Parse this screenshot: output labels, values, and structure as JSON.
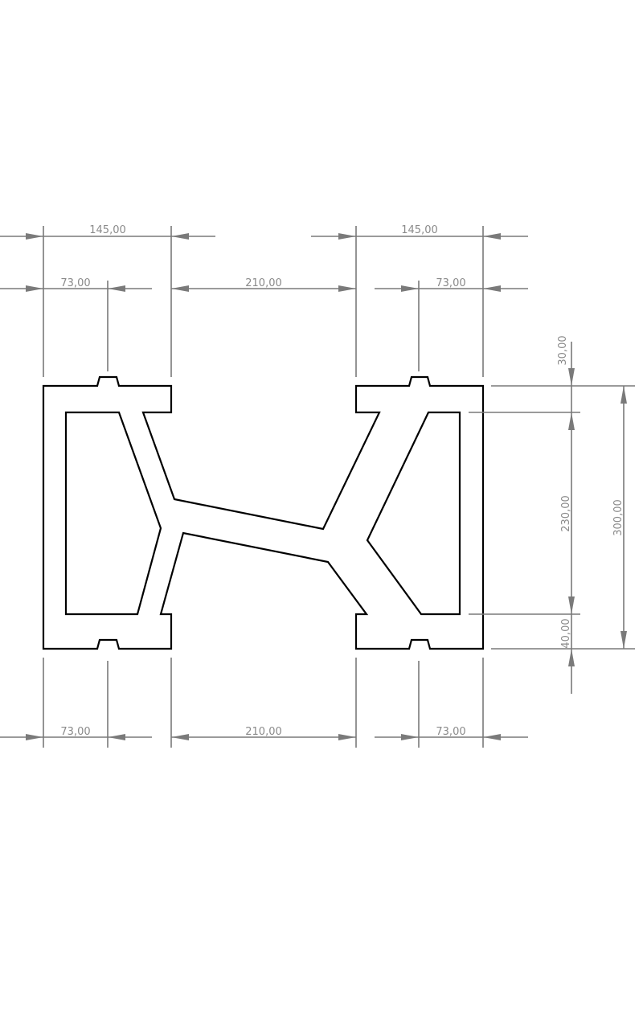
{
  "drawing": {
    "outline_color": "#000000",
    "dimension_color": "#7a7a7a",
    "dimensions": {
      "top_width_left": "145,00",
      "top_width_right": "145,00",
      "top_half_left": "73,00",
      "top_gap": "210,00",
      "top_half_right": "73,00",
      "bottom_half_left": "73,00",
      "bottom_gap": "210,00",
      "bottom_half_right": "73,00",
      "right_top_offset": "30,00",
      "right_inner_height": "230,00",
      "right_bottom_offset": "40,00",
      "right_total_height": "300,00"
    }
  }
}
